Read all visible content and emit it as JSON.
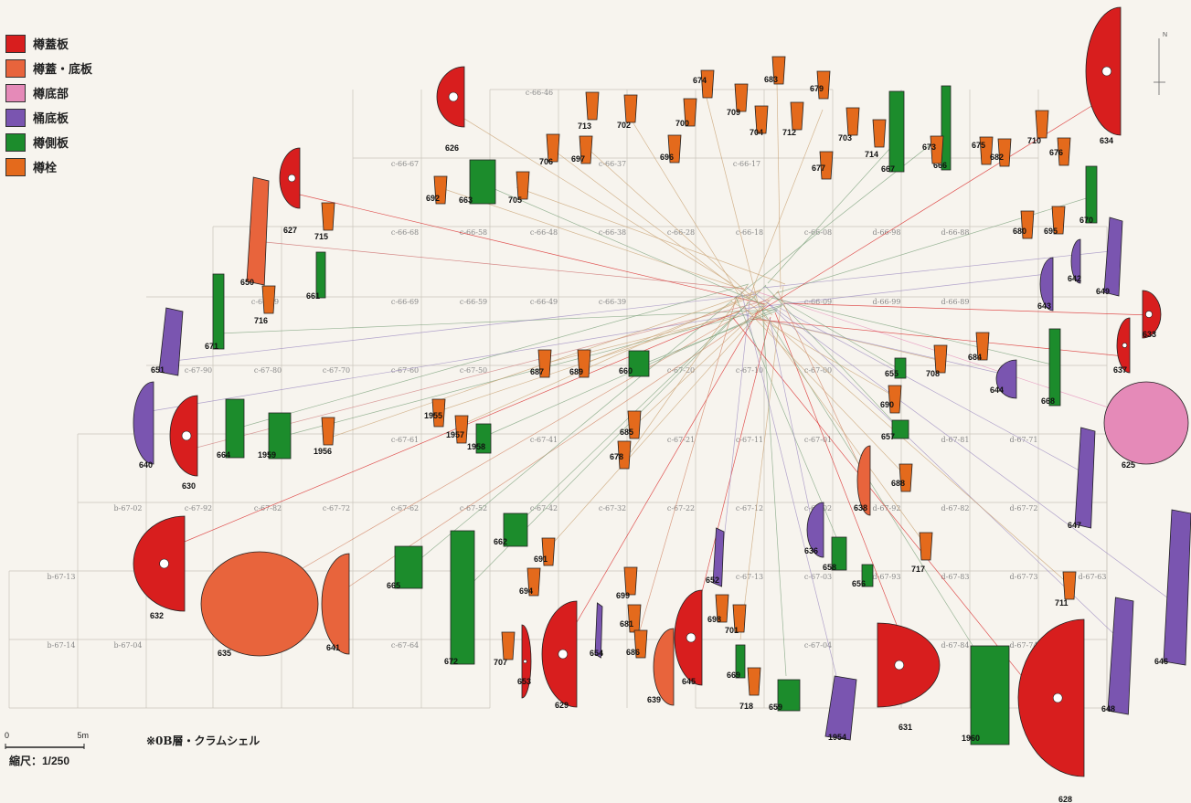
{
  "legend": [
    {
      "label": "樽蓋板",
      "color": "#d81e1e"
    },
    {
      "label": "樽蓋・底板",
      "color": "#e8643c"
    },
    {
      "label": "樽底部",
      "color": "#e58ab8"
    },
    {
      "label": "桶底板",
      "color": "#7a55b0"
    },
    {
      "label": "樽側板",
      "color": "#1c8c2c"
    },
    {
      "label": "樽栓",
      "color": "#e46a1c"
    }
  ],
  "note": "※0B層・クラムシェル",
  "scale": {
    "label": "縮尺：1/250",
    "ticks": [
      "0",
      "5m"
    ]
  },
  "north": "N",
  "grid_labels": [
    "c-66-46",
    "c-66-67",
    "c-66-37",
    "c-66-17",
    "c-66-68",
    "c-66-58",
    "c-66-48",
    "c-66-38",
    "c-66-28",
    "c-66-18",
    "c-66-08",
    "d-66-98",
    "d-66-88",
    "c-66-79",
    "c-66-69",
    "c-66-59",
    "c-66-49",
    "c-66-39",
    "c-66-09",
    "d-66-99",
    "d-66-89",
    "c-67-90",
    "c-67-80",
    "c-67-70",
    "c-67-60",
    "c-67-50",
    "c-67-20",
    "c-67-10",
    "c-67-00",
    "c-67-61",
    "c-67-41",
    "c-67-21",
    "c-67-11",
    "c-67-01",
    "d-67-81",
    "d-67-71",
    "b-67-02",
    "c-67-92",
    "c-67-82",
    "c-67-72",
    "c-67-62",
    "c-67-52",
    "c-67-42",
    "c-67-32",
    "c-67-22",
    "c-67-12",
    "c-67-02",
    "d-67-92",
    "d-67-82",
    "d-67-72",
    "b-67-13",
    "c-67-13",
    "c-67-03",
    "d-67-93",
    "d-67-83",
    "d-67-73",
    "d-67-63",
    "b-67-14",
    "b-67-04",
    "c-67-64",
    "c-67-04",
    "d-67-84",
    "d-67-74"
  ],
  "artifacts": [
    {
      "id": "626",
      "type": "lid"
    },
    {
      "id": "627",
      "type": "lid"
    },
    {
      "id": "629",
      "type": "lid"
    },
    {
      "id": "630",
      "type": "lid"
    },
    {
      "id": "631",
      "type": "lid"
    },
    {
      "id": "632",
      "type": "lid"
    },
    {
      "id": "633",
      "type": "lid"
    },
    {
      "id": "634",
      "type": "lid"
    },
    {
      "id": "637",
      "type": "lid"
    },
    {
      "id": "645",
      "type": "lid"
    },
    {
      "id": "653",
      "type": "lid"
    },
    {
      "id": "628",
      "type": "lid"
    },
    {
      "id": "635",
      "type": "lid_bottom"
    },
    {
      "id": "638",
      "type": "lid_bottom"
    },
    {
      "id": "639",
      "type": "lid_bottom"
    },
    {
      "id": "641",
      "type": "lid_bottom"
    },
    {
      "id": "650",
      "type": "lid_bottom"
    },
    {
      "id": "625",
      "type": "barrel_bottom"
    },
    {
      "id": "636",
      "type": "tub_bottom"
    },
    {
      "id": "640",
      "type": "tub_bottom"
    },
    {
      "id": "642",
      "type": "tub_bottom"
    },
    {
      "id": "643",
      "type": "tub_bottom"
    },
    {
      "id": "644",
      "type": "tub_bottom"
    },
    {
      "id": "646",
      "type": "tub_bottom"
    },
    {
      "id": "647",
      "type": "tub_bottom"
    },
    {
      "id": "648",
      "type": "tub_bottom"
    },
    {
      "id": "649",
      "type": "tub_bottom"
    },
    {
      "id": "651",
      "type": "tub_bottom"
    },
    {
      "id": "652",
      "type": "tub_bottom"
    },
    {
      "id": "654",
      "type": "tub_bottom"
    },
    {
      "id": "1954",
      "type": "tub_bottom"
    },
    {
      "id": "655",
      "type": "side"
    },
    {
      "id": "656",
      "type": "side"
    },
    {
      "id": "657",
      "type": "side"
    },
    {
      "id": "658",
      "type": "side"
    },
    {
      "id": "659",
      "type": "side"
    },
    {
      "id": "660",
      "type": "side"
    },
    {
      "id": "661",
      "type": "side"
    },
    {
      "id": "662",
      "type": "side"
    },
    {
      "id": "663",
      "type": "side"
    },
    {
      "id": "664",
      "type": "side"
    },
    {
      "id": "665",
      "type": "side"
    },
    {
      "id": "666",
      "type": "side"
    },
    {
      "id": "667",
      "type": "side"
    },
    {
      "id": "668",
      "type": "side"
    },
    {
      "id": "669",
      "type": "side"
    },
    {
      "id": "670",
      "type": "side"
    },
    {
      "id": "671",
      "type": "side"
    },
    {
      "id": "672",
      "type": "side"
    },
    {
      "id": "1958",
      "type": "side"
    },
    {
      "id": "1959",
      "type": "side"
    },
    {
      "id": "1960",
      "type": "side"
    },
    {
      "id": "674",
      "type": "plug"
    },
    {
      "id": "683",
      "type": "plug"
    },
    {
      "id": "679",
      "type": "plug"
    },
    {
      "id": "713",
      "type": "plug"
    },
    {
      "id": "702",
      "type": "plug"
    },
    {
      "id": "700",
      "type": "plug"
    },
    {
      "id": "709",
      "type": "plug"
    },
    {
      "id": "704",
      "type": "plug"
    },
    {
      "id": "712",
      "type": "plug"
    },
    {
      "id": "703",
      "type": "plug"
    },
    {
      "id": "714",
      "type": "plug"
    },
    {
      "id": "706",
      "type": "plug"
    },
    {
      "id": "697",
      "type": "plug"
    },
    {
      "id": "696",
      "type": "plug"
    },
    {
      "id": "677",
      "type": "plug"
    },
    {
      "id": "673",
      "type": "plug"
    },
    {
      "id": "675",
      "type": "plug"
    },
    {
      "id": "682",
      "type": "plug"
    },
    {
      "id": "710",
      "type": "plug"
    },
    {
      "id": "676",
      "type": "plug"
    },
    {
      "id": "692",
      "type": "plug"
    },
    {
      "id": "705",
      "type": "plug"
    },
    {
      "id": "715",
      "type": "plug"
    },
    {
      "id": "716",
      "type": "plug"
    },
    {
      "id": "680",
      "type": "plug"
    },
    {
      "id": "695",
      "type": "plug"
    },
    {
      "id": "687",
      "type": "plug"
    },
    {
      "id": "689",
      "type": "plug"
    },
    {
      "id": "708",
      "type": "plug"
    },
    {
      "id": "684",
      "type": "plug"
    },
    {
      "id": "690",
      "type": "plug"
    },
    {
      "id": "1955",
      "type": "plug"
    },
    {
      "id": "1957",
      "type": "plug"
    },
    {
      "id": "1956",
      "type": "plug"
    },
    {
      "id": "685",
      "type": "plug"
    },
    {
      "id": "678",
      "type": "plug"
    },
    {
      "id": "688",
      "type": "plug"
    },
    {
      "id": "691",
      "type": "plug"
    },
    {
      "id": "694",
      "type": "plug"
    },
    {
      "id": "717",
      "type": "plug"
    },
    {
      "id": "699",
      "type": "plug"
    },
    {
      "id": "681",
      "type": "plug"
    },
    {
      "id": "686",
      "type": "plug"
    },
    {
      "id": "698",
      "type": "plug"
    },
    {
      "id": "701",
      "type": "plug"
    },
    {
      "id": "707",
      "type": "plug"
    },
    {
      "id": "711",
      "type": "plug"
    },
    {
      "id": "718",
      "type": "plug"
    }
  ]
}
